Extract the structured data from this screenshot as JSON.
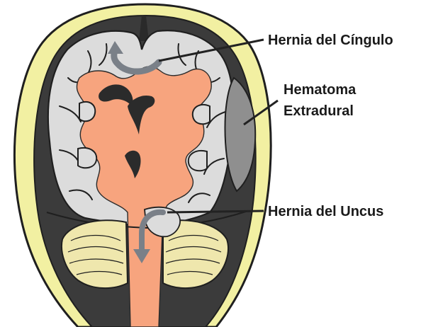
{
  "labels": {
    "cingulate": "Hernia del Cíngulo",
    "hematoma_line1": "Hematoma",
    "hematoma_line2": "Extradural",
    "uncus": "Hernia del Uncus"
  },
  "colors": {
    "skull": "#f2f0a2",
    "outline": "#1f1f1f",
    "dura": "#3b3b3b",
    "gray_matter": "#dcdcdc",
    "white_matter": "#f7a47e",
    "hematoma": "#8f8f8f",
    "cerebellum": "#efe7ad",
    "arrow": "#7a8088"
  }
}
